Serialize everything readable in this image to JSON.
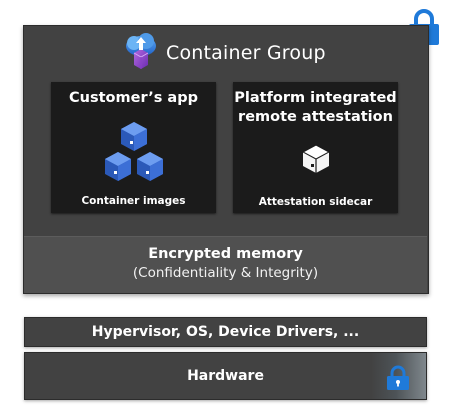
{
  "container_group": {
    "title": "Container Group",
    "icon": "container-group-icon"
  },
  "customer_app": {
    "title": "Customer’s app",
    "subtitle": "Container images",
    "icon": "container-images-icon"
  },
  "attestation": {
    "title_line1": "Platform integrated",
    "title_line2": "remote attestation",
    "subtitle": "Attestation sidecar",
    "icon": "attestation-sidecar-icon"
  },
  "encrypted_memory": {
    "title": "Encrypted memory",
    "subtitle": "(Confidentiality & Integrity)"
  },
  "hypervisor": {
    "label": "Hypervisor, OS, Device Drivers, ..."
  },
  "hardware": {
    "label": "Hardware"
  },
  "colors": {
    "lock_blue": "#1f7ad9",
    "cube_blue": "#3b6fd4",
    "box_dark": "#1b1b1b",
    "group_gray": "#424242"
  }
}
